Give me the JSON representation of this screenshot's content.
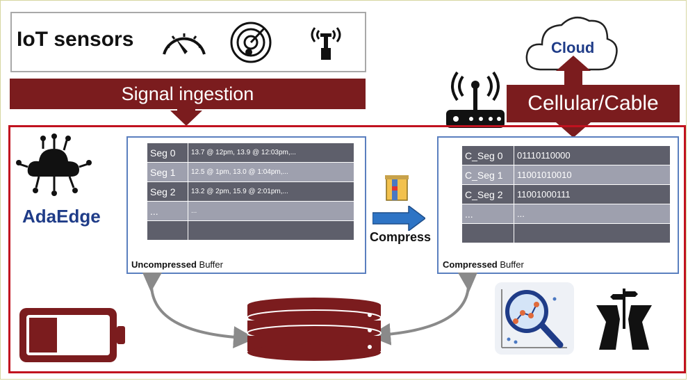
{
  "iot": {
    "title": "IoT sensors"
  },
  "banners": {
    "signal": "Signal ingestion",
    "cellular": "Cellular/Cable"
  },
  "cloud": {
    "label": "Cloud"
  },
  "adaedge": {
    "label": "AdaEdge"
  },
  "compress": {
    "label": "Compress"
  },
  "uncompressed_buffer": {
    "caption_bold": "Uncompressed",
    "caption_rest": " Buffer",
    "rows": [
      {
        "seg": "Seg 0",
        "value": "13.7 @ 12pm, 13.9 @ 12:03pm,..."
      },
      {
        "seg": "Seg 1",
        "value": "12.5 @ 1pm, 13.0 @ 1:04pm,..."
      },
      {
        "seg": "Seg 2",
        "value": "13.2 @ 2pm, 15.9 @ 2:01pm,..."
      },
      {
        "seg": "...",
        "value": "..."
      },
      {
        "seg": "",
        "value": ""
      }
    ]
  },
  "compressed_buffer": {
    "caption_bold": "Compressed",
    "caption_rest": " Buffer",
    "rows": [
      {
        "seg": "C_Seg 0",
        "value": "01110110000"
      },
      {
        "seg": "C_Seg 1",
        "value": "11001010010"
      },
      {
        "seg": "C_Seg 2",
        "value": "11001000111"
      },
      {
        "seg": "...",
        "value": "..."
      },
      {
        "seg": "",
        "value": ""
      }
    ]
  },
  "colors": {
    "maroon": "#7b1c1e",
    "red_frame": "#c1121f",
    "blue_text": "#1f3c88",
    "buffer_border": "#5a7fbf"
  },
  "icons": [
    "gauge-icon",
    "radar-icon",
    "antenna-icon",
    "router-icon",
    "cloud-icon",
    "iot-chip-icon",
    "battery-icon",
    "database-icon",
    "archive-icon",
    "analytics-icon",
    "road-fork-icon"
  ]
}
